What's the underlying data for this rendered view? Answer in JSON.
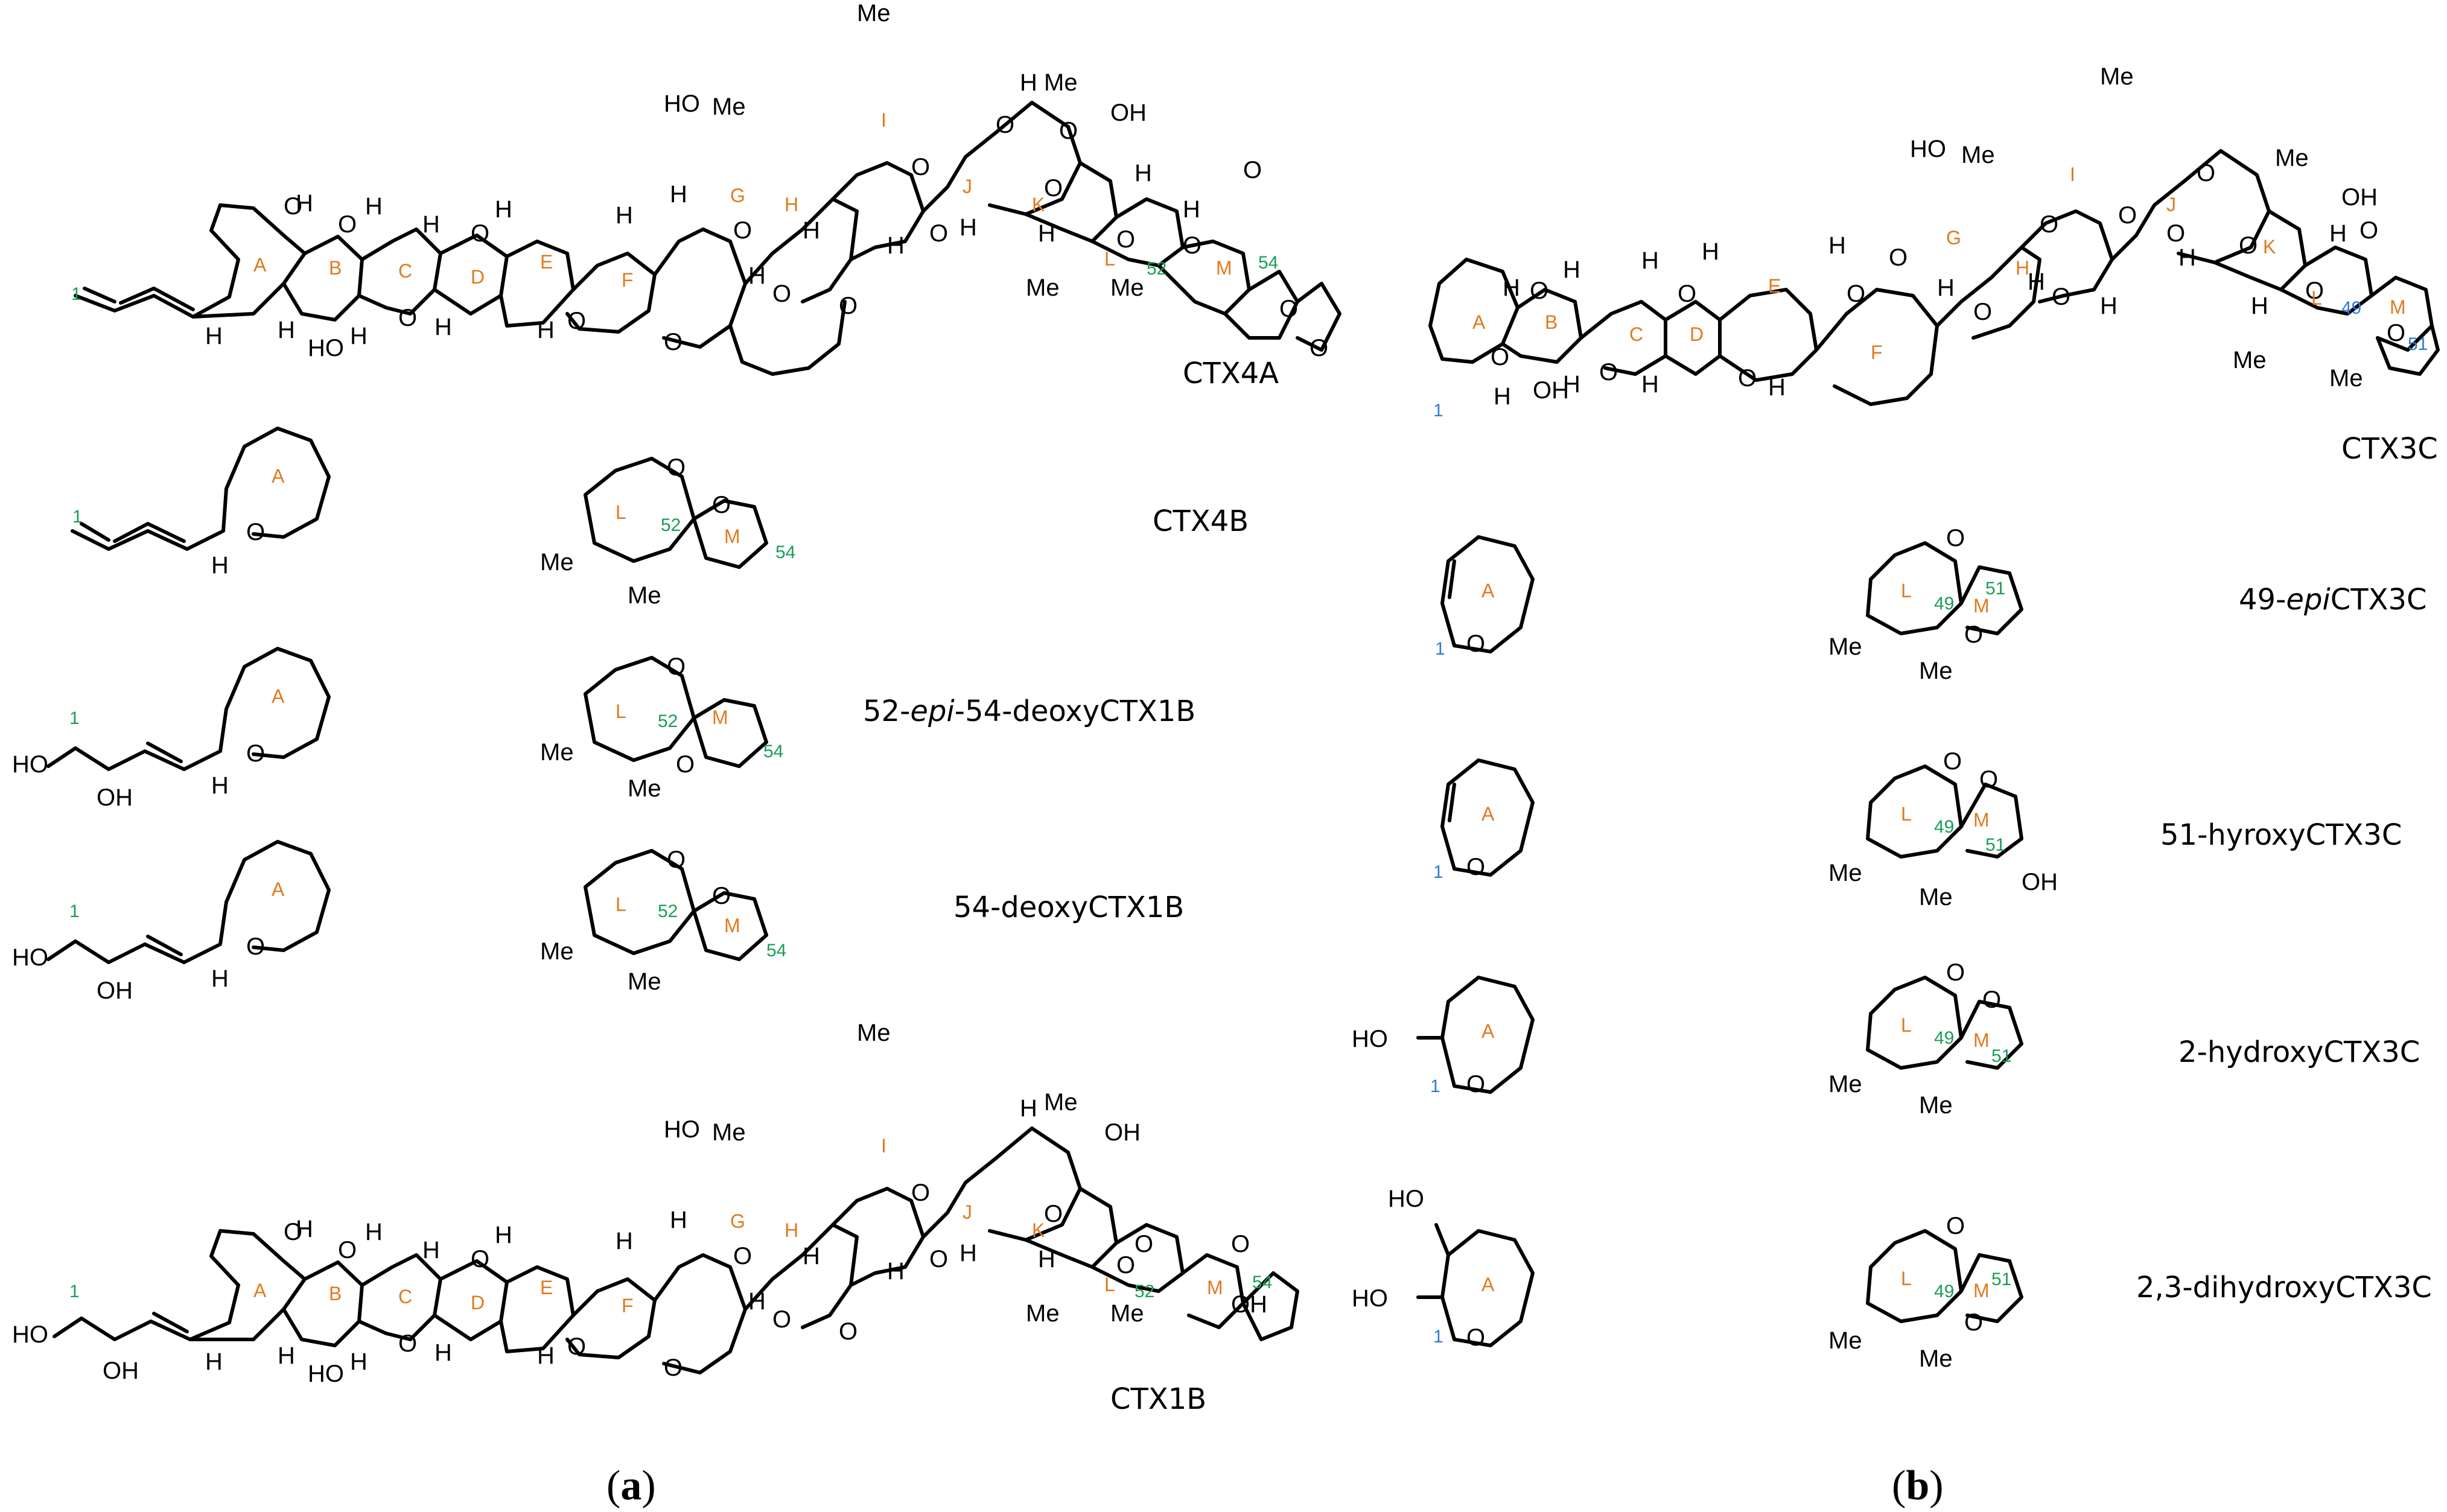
{
  "panels": {
    "a": {
      "open": "(",
      "letter": "a",
      "close": ")"
    },
    "b": {
      "open": "(",
      "letter": "b",
      "close": ")"
    }
  },
  "compounds": {
    "ctx4a": "CTX4A",
    "ctx4b": "CTX4B",
    "epi_deoxy_1b": {
      "prefix": "52-",
      "italic": "epi",
      "suffix": "-54-deoxyCTX1B"
    },
    "deoxy_1b": "54-deoxyCTX1B",
    "ctx1b": "CTX1B",
    "ctx3c": "CTX3C",
    "epi_3c": {
      "prefix": "49-",
      "italic": "epi",
      "suffix": "CTX3C"
    },
    "hyroxy_3c": "51-hyroxyCTX3C",
    "hydroxy_2": "2-hydroxyCTX3C",
    "dihydroxy_23": "2,3-dihydroxyCTX3C"
  },
  "atom_labels": {
    "O": "O",
    "H": "H",
    "OH": "OH",
    "HO": "HO",
    "Me": "Me"
  },
  "ring_letters": [
    "A",
    "B",
    "C",
    "D",
    "E",
    "F",
    "G",
    "H",
    "I",
    "J",
    "K",
    "L",
    "M"
  ],
  "position_numbers": {
    "n1": "1",
    "n49": "49",
    "n51": "51",
    "n52": "52",
    "n54": "54"
  },
  "colors": {
    "ring_letter": "#e07a1f",
    "numbering_panel_a": "#1a9e55",
    "numbering_panel_b": "#2f7bd3",
    "bonds": "#000000"
  }
}
